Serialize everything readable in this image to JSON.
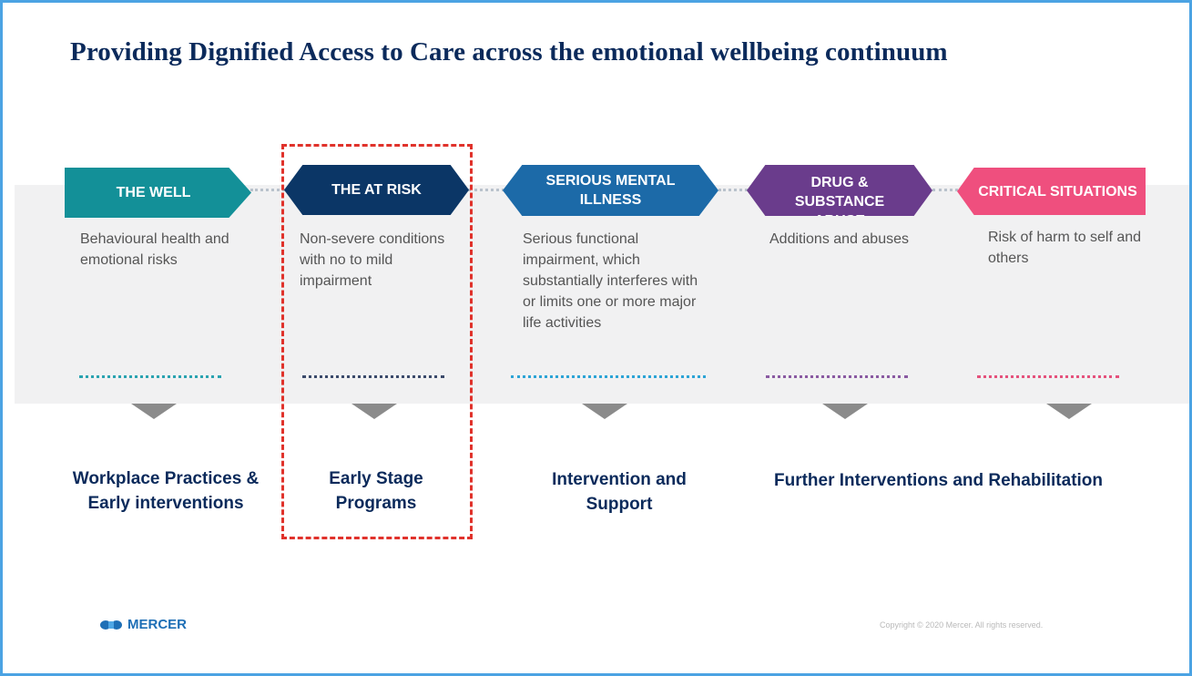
{
  "title": "Providing Dignified Access to Care across the emotional wellbeing continuum",
  "stages": [
    {
      "label": "THE WELL",
      "description": "Behavioural health and emotional risks",
      "color": "#139098"
    },
    {
      "label": "THE AT RISK",
      "description": "Non-severe conditions with no to mild impairment",
      "color": "#0b3666"
    },
    {
      "label": "SERIOUS MENTAL ILLNESS",
      "description": "Serious functional impairment, which substantially interferes with or limits one or more major life activities",
      "color": "#1c6aa8"
    },
    {
      "label": "DRUG & SUBSTANCE ABUSE",
      "description": "Additions and abuses",
      "color": "#6a3c8c"
    },
    {
      "label": "CRITICAL SITUATIONS",
      "description": "Risk of harm to self and others",
      "color": "#ef4f7e"
    }
  ],
  "dot_colors": [
    "#2aa3b0",
    "#3b4a6b",
    "#2ca4d6",
    "#8a5aa2",
    "#e5527d"
  ],
  "interventions": [
    "Workplace Practices & Early interventions",
    "Early Stage Programs",
    "Intervention and Support",
    "Further Interventions and Rehabilitation"
  ],
  "highlight_color": "#e0322b",
  "footer": {
    "logo_text": "MERCER",
    "copyright": "Copyright © 2020 Mercer. All rights reserved."
  }
}
